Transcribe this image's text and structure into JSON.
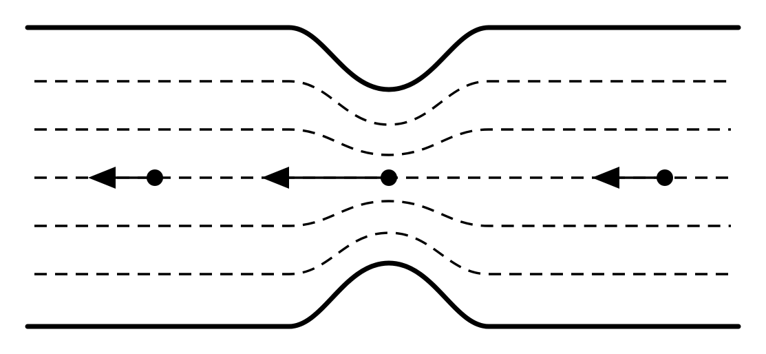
{
  "diagram": {
    "type": "flow-through-constriction",
    "colors": {
      "ink": "#000000",
      "background": "#ffffff"
    },
    "walls": {
      "top": {
        "style": "solid",
        "bulge": "inward"
      },
      "bottom": {
        "style": "solid",
        "bulge": "inward"
      }
    },
    "streamlines": {
      "count": 5,
      "style": "dashed",
      "center_streamline": "straight",
      "outer_streamlines": "converge-toward-constriction"
    },
    "flow_direction": "right-to-left",
    "particles": [
      {
        "position": "upstream",
        "velocity": "slow",
        "vector": "short-arrow"
      },
      {
        "position": "throat",
        "velocity": "fast",
        "vector": "long-arrow"
      },
      {
        "position": "downstream",
        "velocity": "slow",
        "vector": "short-arrow"
      }
    ],
    "arrow_icons": [
      "arrowhead-left-icon",
      "arrowhead-left-icon",
      "arrowhead-left-icon"
    ]
  }
}
